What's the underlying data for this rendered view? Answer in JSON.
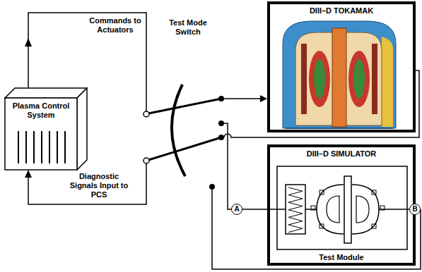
{
  "diagram": {
    "nodes": [
      {
        "text": [
          "DIII–D TOKAMAK"
        ]
      },
      {
        "text": [
          "Plasma Control System"
        ]
      },
      {
        "text": [
          "DIII–D SIMULATOR",
          "Test Module"
        ]
      },
      {
        "text": [
          "A"
        ]
      },
      {
        "text": [
          "B"
        ]
      }
    ],
    "edges": [
      {
        "from": 3,
        "to": 2,
        "arrow": "none"
      }
    ],
    "labels": [
      "Commands to Actuators",
      "Test Mode Switch",
      "Diagnostic Signals Input to PCS"
    ]
  }
}
